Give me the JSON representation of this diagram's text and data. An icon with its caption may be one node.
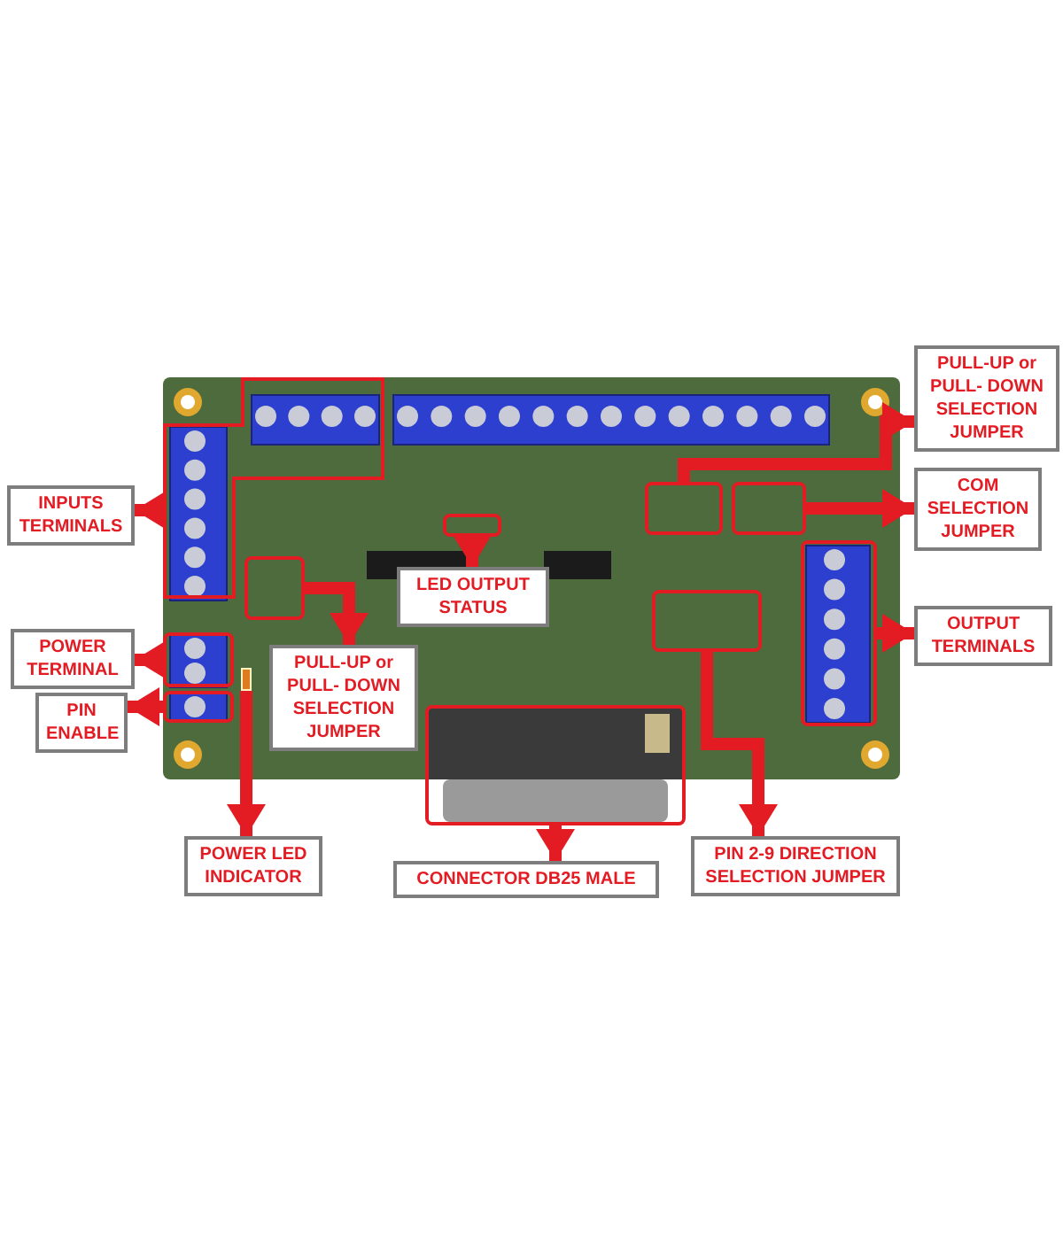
{
  "diagram": {
    "nodes": [
      {
        "text": [],
        "shape": "picture"
      },
      {
        "text": [],
        "shape": "box",
        "in": 0
      },
      {
        "text": [],
        "shape": "box",
        "in": 0
      },
      {
        "text": [],
        "shape": "box",
        "in": 0
      },
      {
        "text": [],
        "shape": "box",
        "in": 0
      },
      {
        "text": [],
        "shape": "box",
        "in": 0
      },
      {
        "text": [],
        "shape": "box",
        "in": 0
      },
      {
        "text": [],
        "shape": "box"
      },
      {
        "text": [],
        "shape": "box",
        "in": 0
      },
      {
        "text": [],
        "shape": "box",
        "in": 0
      },
      {
        "text": [],
        "shape": "box",
        "in": 0
      },
      {
        "text": [],
        "shape": "box",
        "in": 0
      },
      {
        "text": [
          "INPUTS TERMINALS"
        ]
      },
      {
        "text": [
          "PULL-UP or PULL- DOWN SELECTION JUMPER"
        ],
        "in": 0
      },
      {
        "text": [
          "LED OUTPUT STATUS"
        ],
        "in": 0
      },
      {
        "text": [
          "POWER TERMINAL"
        ]
      },
      {
        "text": [
          "PIN ENABLE"
        ]
      },
      {
        "text": [
          "POWER LED INDICATOR"
        ]
      },
      {
        "text": [
          "CONNECTOR DB25 MALE"
        ]
      },
      {
        "text": [
          "PULL-UP or PULL- DOWN SELECTION JUMPER"
        ]
      },
      {
        "text": [
          "COM SELECTION JUMPER"
        ]
      },
      {
        "text": [
          "PIN 2-9 DIRECTION SELECTION JUMPER"
        ]
      },
      {
        "text": [
          "OUTPUT TERMINALS"
        ]
      }
    ],
    "edges": [
      {
        "from": 1,
        "to": 12,
        "arrow": "to"
      },
      {
        "from": 2,
        "to": 13,
        "arrow": "to"
      },
      {
        "from": 3,
        "to": 14,
        "arrow": "to"
      },
      {
        "from": 4,
        "to": 15,
        "arrow": "to"
      },
      {
        "from": 5,
        "to": 16,
        "arrow": "to"
      },
      {
        "from": 6,
        "to": 17,
        "arrow": "to"
      },
      {
        "from": 7,
        "to": 18,
        "arrow": "to"
      },
      {
        "from": 8,
        "to": 19,
        "arrow": "to"
      },
      {
        "from": 9,
        "to": 20,
        "arrow": "to"
      },
      {
        "from": 10,
        "to": 21,
        "arrow": "to"
      },
      {
        "from": 11,
        "to": 22,
        "arrow": "to"
      }
    ]
  }
}
